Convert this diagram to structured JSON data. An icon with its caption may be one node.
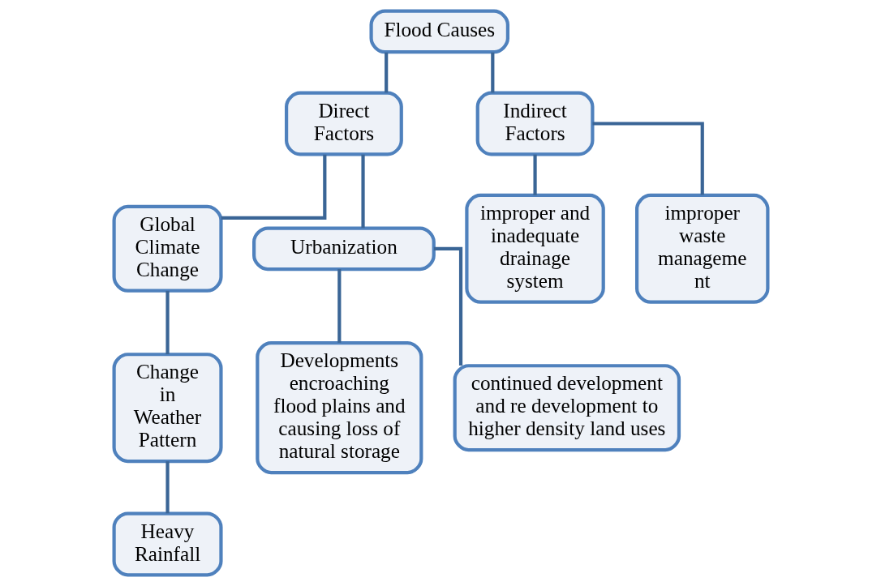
{
  "diagram": {
    "nodes": [
      {
        "text": [
          "Flood Causes"
        ]
      },
      {
        "text": [
          "Direct Factors"
        ]
      },
      {
        "text": [
          "Indirect Factors"
        ]
      },
      {
        "text": [
          "Global Climate Change"
        ]
      },
      {
        "text": [
          "Urbanization"
        ]
      },
      {
        "text": [
          "improper and inadequate drainage system"
        ]
      },
      {
        "text": [
          "improper waste manageme nt"
        ]
      },
      {
        "text": [
          "Change in Weather Pattern"
        ]
      },
      {
        "text": [
          "Developments encroaching flood plains and causing loss of natural storage"
        ]
      },
      {
        "text": [
          "continued development and re development to higher density land uses"
        ]
      },
      {
        "text": [
          "Heavy Rainfall"
        ]
      }
    ],
    "edges": [
      {
        "from": 0,
        "to": 1,
        "arrow": "none"
      },
      {
        "from": 0,
        "to": 2,
        "arrow": "none"
      },
      {
        "from": 1,
        "to": 3,
        "arrow": "none"
      },
      {
        "from": 1,
        "to": 4,
        "arrow": "none"
      },
      {
        "from": 3,
        "to": 7,
        "arrow": "none"
      },
      {
        "from": 7,
        "to": 10,
        "arrow": "none"
      },
      {
        "from": 4,
        "to": 8,
        "arrow": "none"
      },
      {
        "from": 4,
        "to": 9,
        "arrow": "none"
      },
      {
        "from": 2,
        "to": 5,
        "arrow": "none"
      },
      {
        "from": 2,
        "to": 6,
        "arrow": "none"
      }
    ]
  }
}
